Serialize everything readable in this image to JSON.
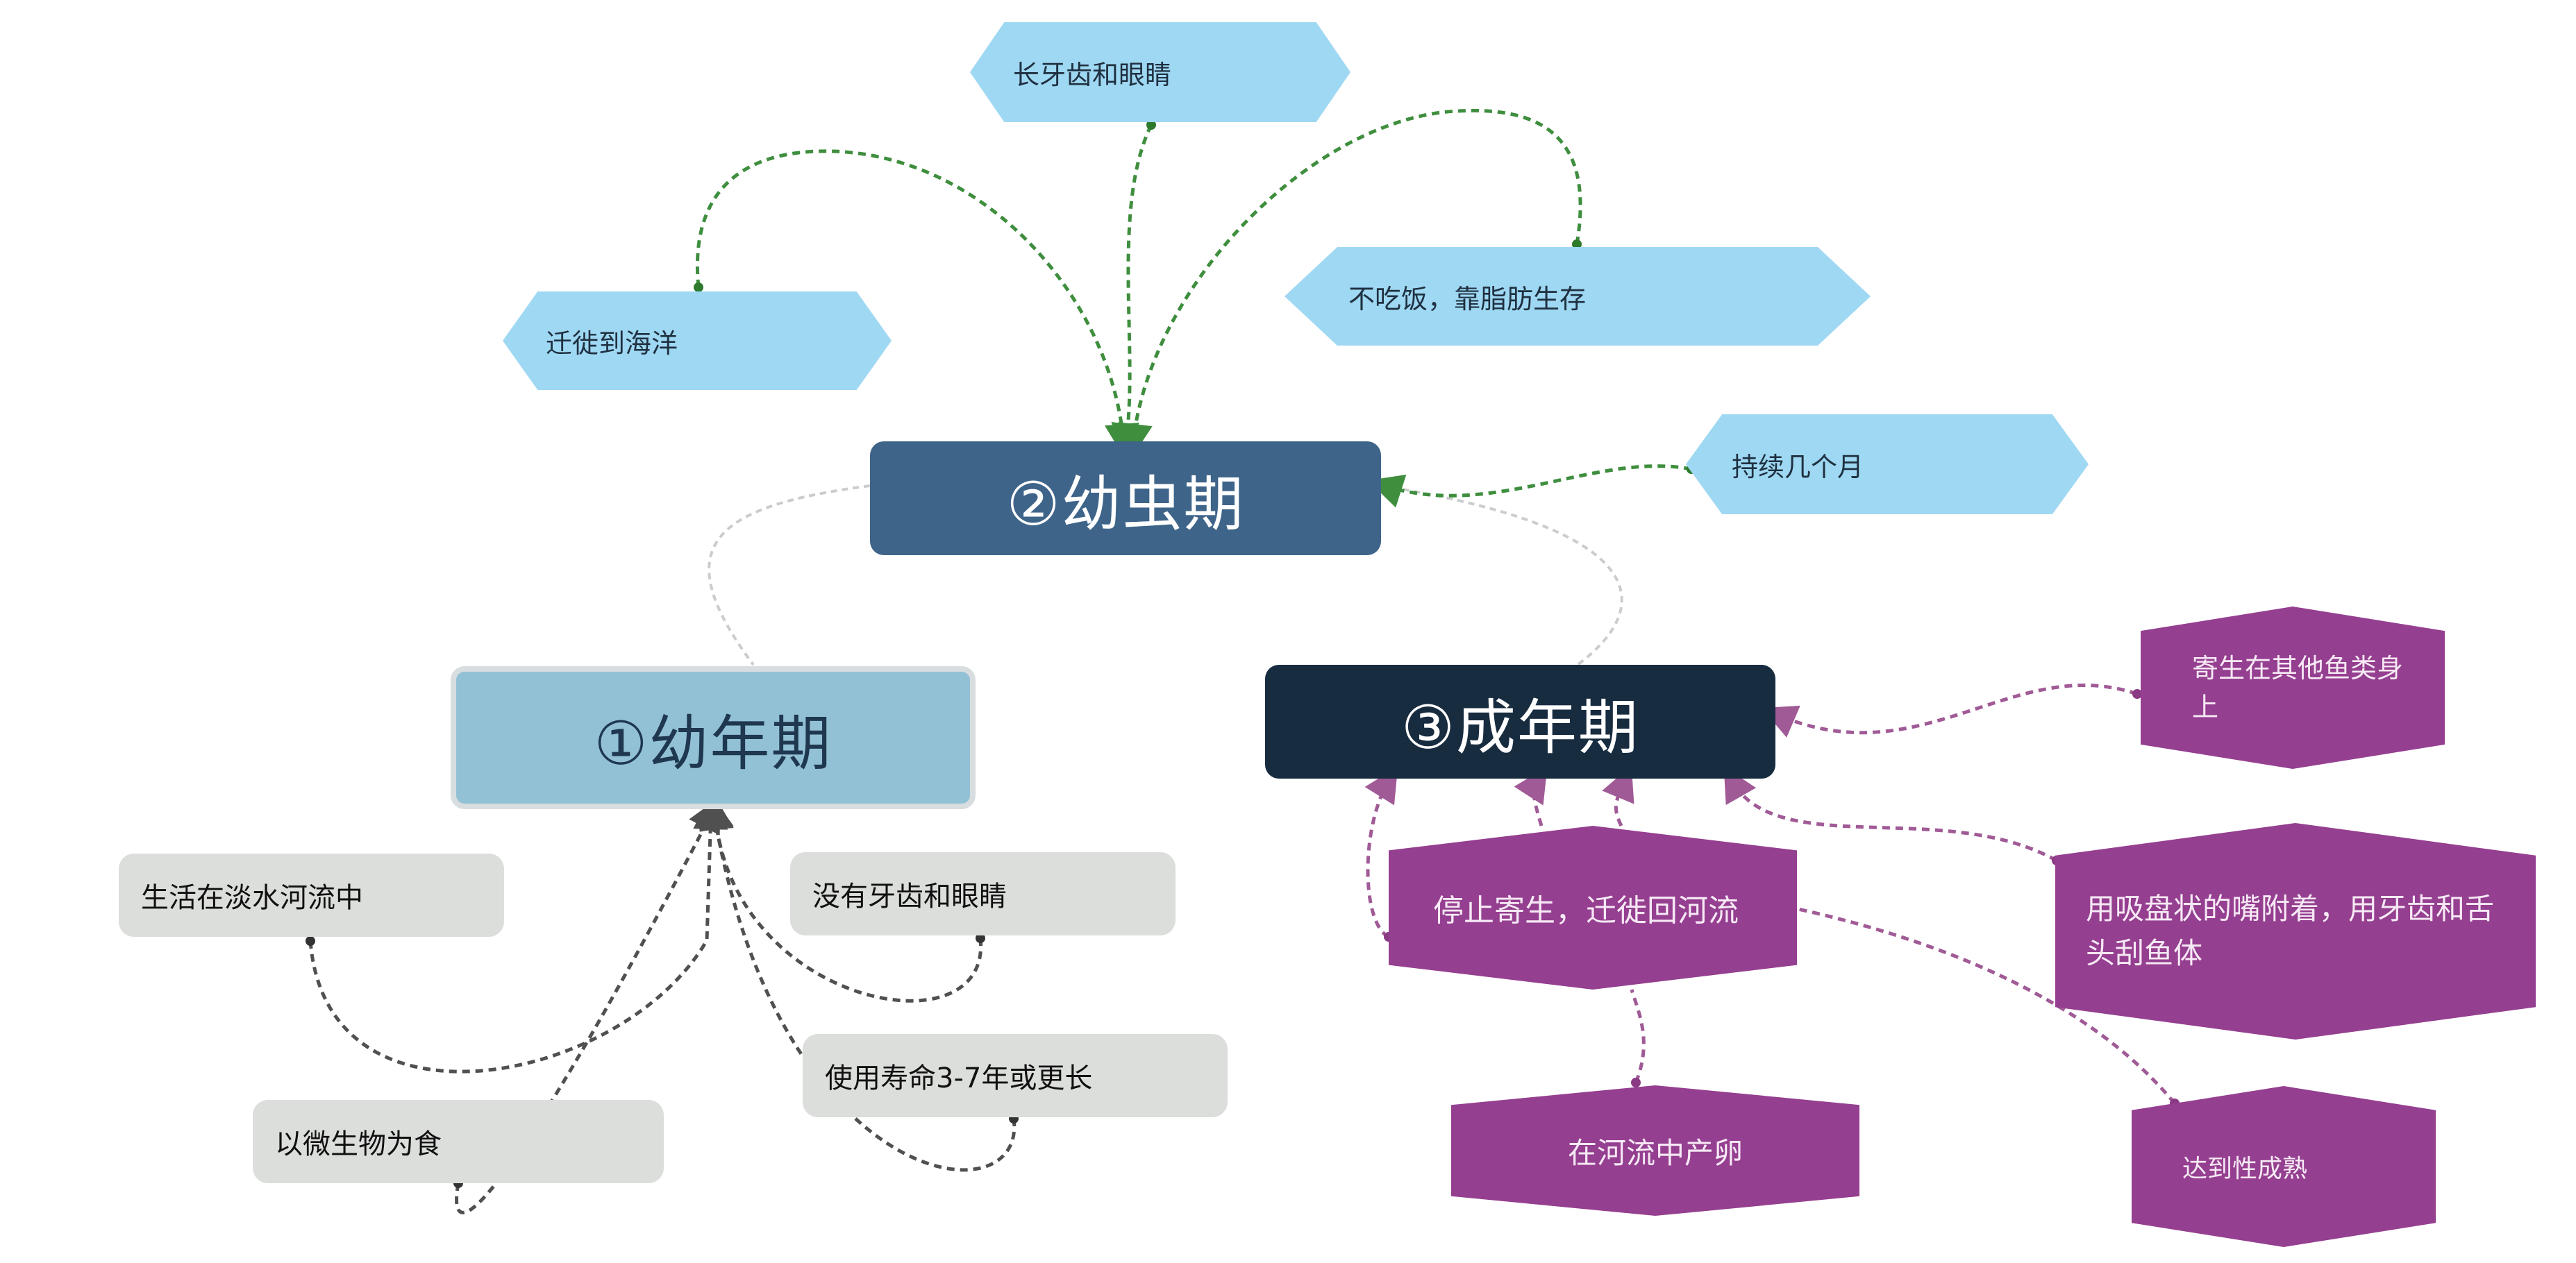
{
  "stages": {
    "larva": "②幼虫期",
    "juvenile": "①幼年期",
    "adult": "③成年期"
  },
  "larva_notes": {
    "teeth_eyes": "长牙齿和眼睛",
    "migrate_ocean": "迁徙到海洋",
    "no_eating": "不吃饭，靠脂肪生存",
    "months": "持续几个月"
  },
  "juvenile_notes": {
    "freshwater": "生活在淡水河流中",
    "no_teeth": "没有牙齿和眼睛",
    "lifespan": "使用寿命3-7年或更长",
    "microbes": "以微生物为食"
  },
  "adult_notes": {
    "parasite": "寄生在其他鱼类身上",
    "stop_parasite": "停止寄生，迁徙回河流",
    "sucker_mouth": "用吸盘状的嘴附着，用牙齿和舌头刮鱼体",
    "spawn": "在河流中产卵",
    "maturity": "达到性成熟"
  },
  "colors": {
    "larva_links": "#3e8e3e",
    "juvenile_links": "#505050",
    "adult_links": "#a05a96",
    "stage_links": "#cccccc"
  }
}
